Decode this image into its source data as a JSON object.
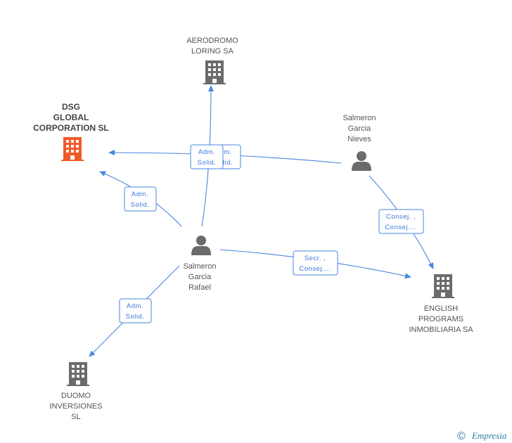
{
  "colors": {
    "edge": "#4a86e0",
    "company": "#6b6b6b",
    "highlight": "#f05a28",
    "person": "#6b6b6b"
  },
  "nodes": {
    "aerodromo": {
      "type": "company",
      "lines": [
        "AERODROMO",
        "LORING SA"
      ]
    },
    "dsg": {
      "type": "company",
      "highlight": true,
      "lines": [
        "DSG",
        "GLOBAL",
        "CORPORATION SL"
      ]
    },
    "nieves": {
      "type": "person",
      "lines": [
        "Salmeron",
        "Garcia",
        "Nieves"
      ]
    },
    "rafael": {
      "type": "person",
      "lines": [
        "Salmeron",
        "Garcia",
        "Rafael"
      ]
    },
    "english": {
      "type": "company",
      "lines": [
        "ENGLISH",
        "PROGRAMS",
        "INMOBILIARIA SA"
      ]
    },
    "duomo": {
      "type": "company",
      "lines": [
        "DUOMO",
        "INVERSIONES",
        "SL"
      ]
    }
  },
  "edges": [
    {
      "from": "nieves",
      "to": "dsg",
      "label": [
        "m.",
        "lid."
      ]
    },
    {
      "from": "rafael",
      "to": "aerodromo",
      "label": [
        "Adm.",
        "Solid."
      ]
    },
    {
      "from": "rafael",
      "to": "dsg",
      "label": [
        "Adm.",
        "Solid."
      ]
    },
    {
      "from": "nieves",
      "to": "english",
      "label": [
        "Consej. ,",
        "Consej...."
      ]
    },
    {
      "from": "rafael",
      "to": "english",
      "label": [
        "Secr. ,",
        "Consej...."
      ]
    },
    {
      "from": "rafael",
      "to": "duomo",
      "label": [
        "Adm.",
        "Solid."
      ]
    }
  ],
  "footer": {
    "copyright_symbol": "©",
    "brand": "Empresia"
  }
}
